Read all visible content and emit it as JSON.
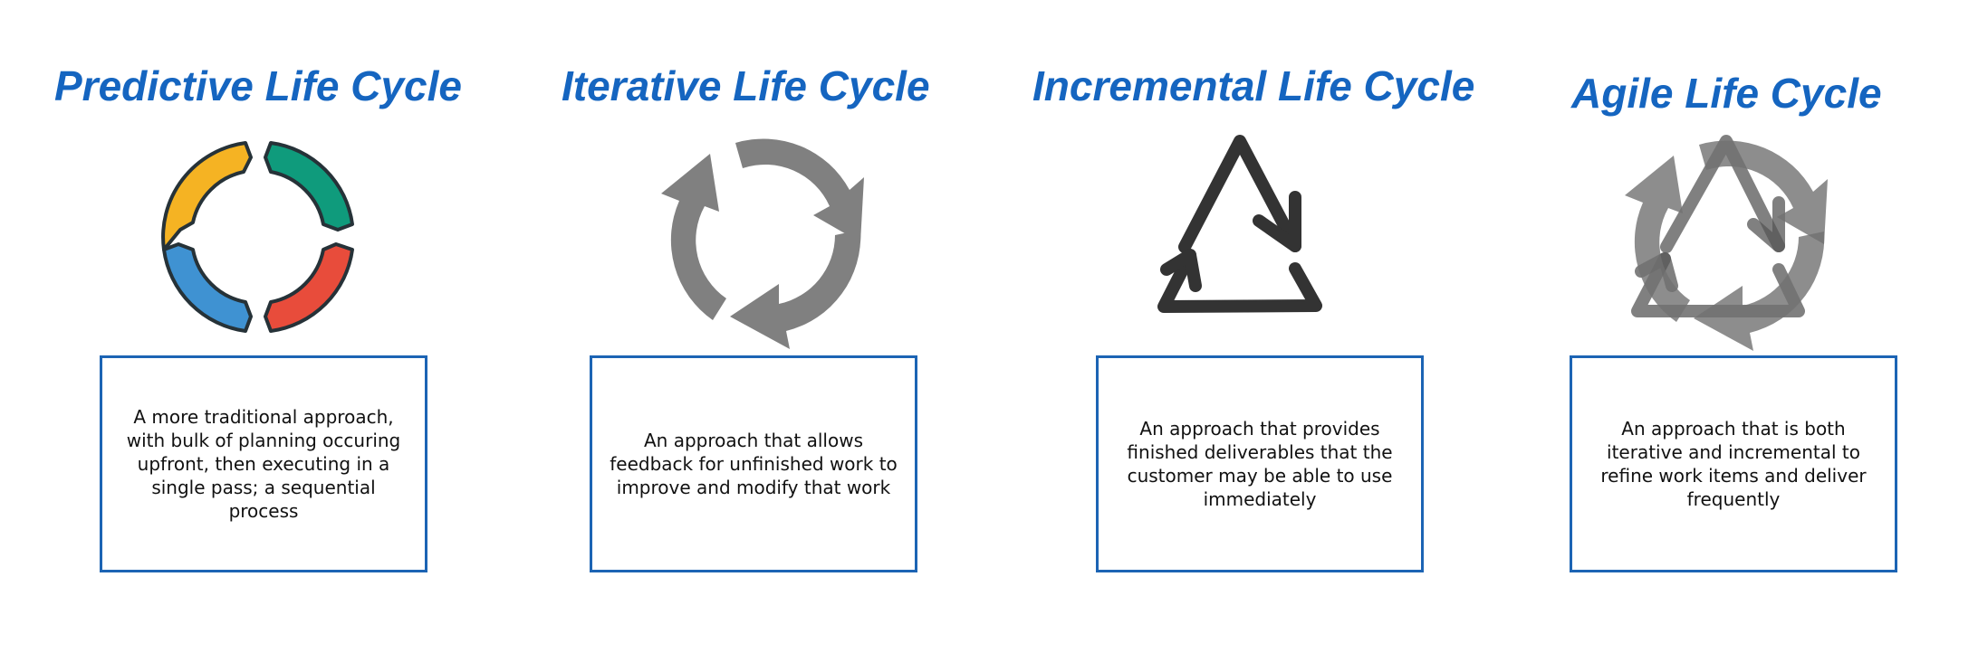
{
  "colors": {
    "title": "#1565c0",
    "box_border": "#1c64b4",
    "predictive_segments": [
      "#f5b323",
      "#0f9b7c",
      "#e84c3b",
      "#3f92d2"
    ],
    "predictive_outline": "#263238",
    "iterative_arrows": "#808080",
    "incremental_stroke": "#333333"
  },
  "columns": [
    {
      "id": "predictive",
      "title": "Predictive Life Cycle",
      "icon": "four-color-cycle-icon",
      "description": "A more traditional approach, with bulk of planning occuring upfront, then executing in a single pass; a sequential process"
    },
    {
      "id": "iterative",
      "title": "Iterative Life Cycle",
      "icon": "circular-arrows-icon",
      "description": "An approach that allows feedback for unfinished work to improve and modify that work"
    },
    {
      "id": "incremental",
      "title": "Incremental Life Cycle",
      "icon": "triangle-arrows-icon",
      "description": "An approach that provides finished deliverables that the customer may be able to use immediately"
    },
    {
      "id": "agile",
      "title": "Agile Life Cycle",
      "icon": "circle-and-triangle-arrows-icon",
      "description": "An approach that is both iterative and incremental to refine work items and deliver frequently"
    }
  ]
}
